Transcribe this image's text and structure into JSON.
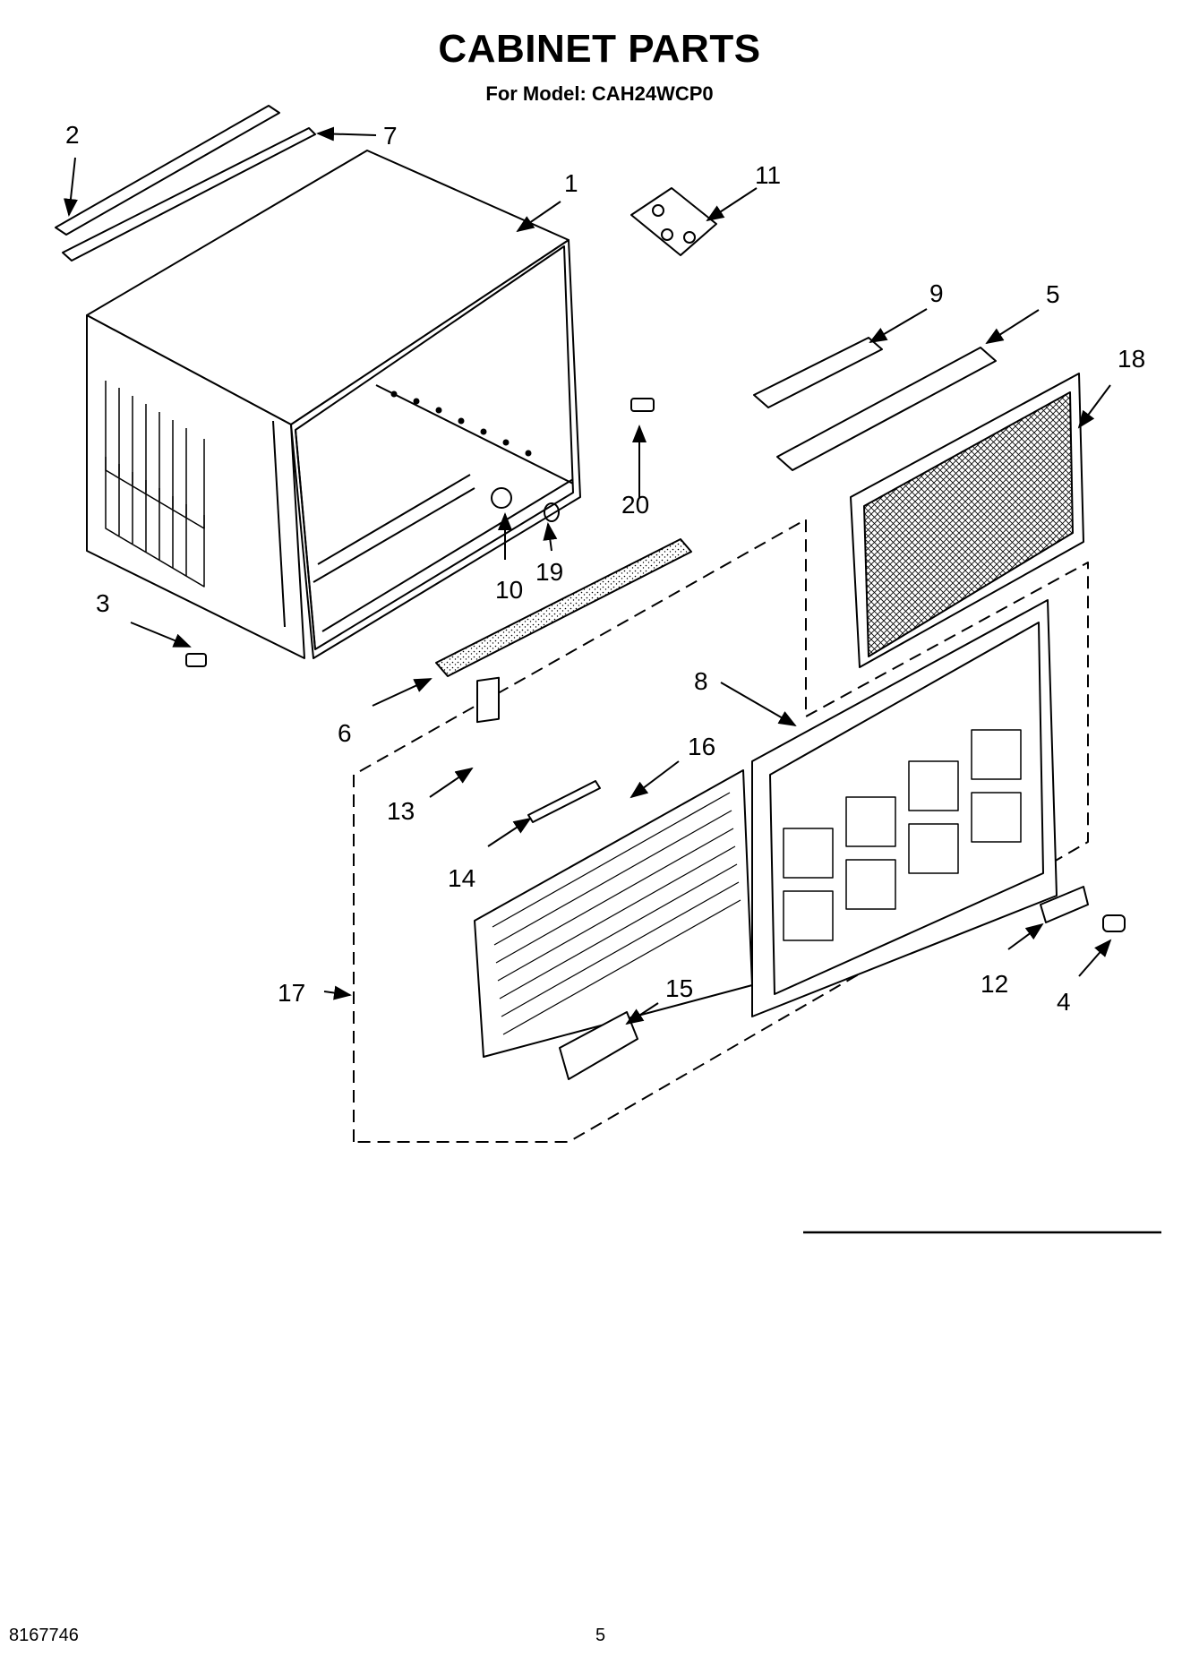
{
  "page": {
    "title": "CABINET PARTS",
    "subtitle": "For Model: CAH24WCP0",
    "footer_doc_number": "8167746",
    "footer_page_number": "5"
  },
  "callouts": {
    "c1": "1",
    "c2": "2",
    "c3": "3",
    "c4": "4",
    "c5": "5",
    "c6": "6",
    "c7": "7",
    "c8": "8",
    "c9": "9",
    "c10": "10",
    "c11": "11",
    "c12": "12",
    "c13": "13",
    "c14": "14",
    "c15": "15",
    "c16": "16",
    "c17": "17",
    "c18": "18",
    "c19": "19",
    "c20": "20"
  }
}
